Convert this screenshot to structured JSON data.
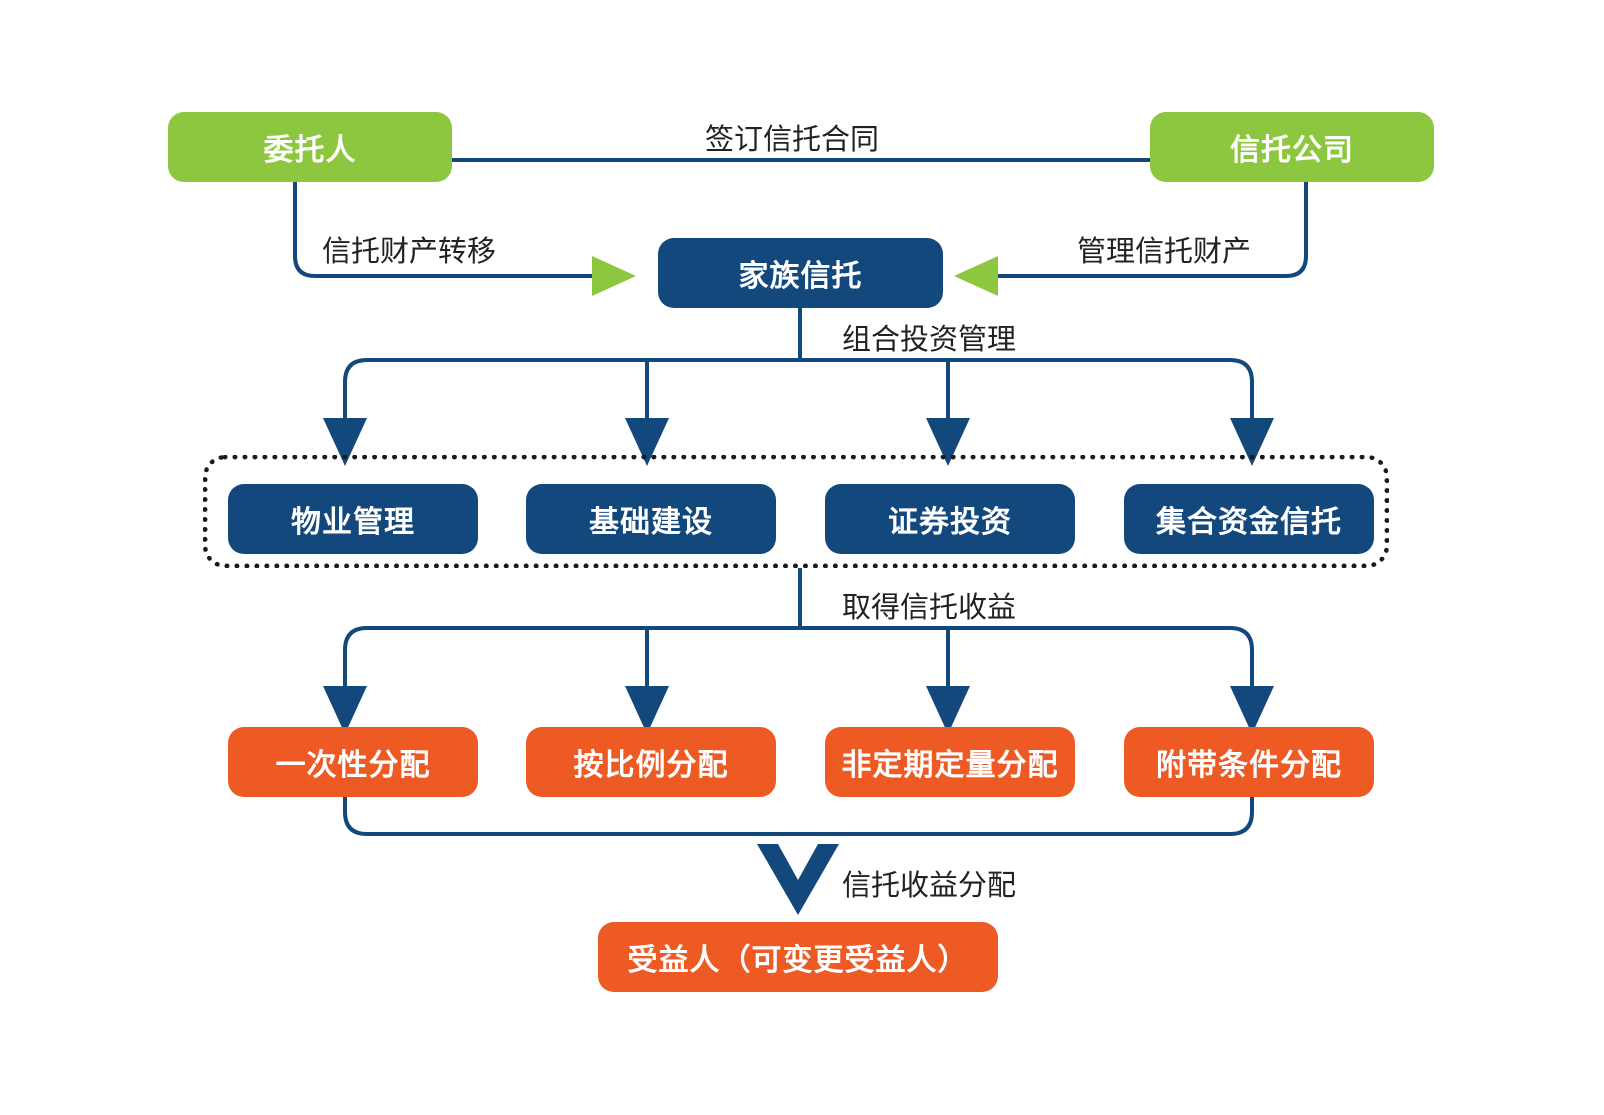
{
  "parties": {
    "settlor": "委托人",
    "trust_company": "信托公司"
  },
  "edges": {
    "sign_contract": "签订信托合同",
    "transfer_property": "信托财产转移",
    "manage_property": "管理信托财产",
    "portfolio_management": "组合投资管理",
    "obtain_income": "取得信托收益",
    "distribute_income": "信托收益分配"
  },
  "center": {
    "family_trust": "家族信托"
  },
  "investments": [
    "物业管理",
    "基础建设",
    "证券投资",
    "集合资金信托"
  ],
  "distributions": [
    "一次性分配",
    "按比例分配",
    "非定期定量分配",
    "附带条件分配"
  ],
  "beneficiary": "受益人（可变更受益人）",
  "colors": {
    "green": "#8dc63f",
    "navy": "#13487d",
    "orange": "#ee5a24",
    "line": "#13487d"
  }
}
